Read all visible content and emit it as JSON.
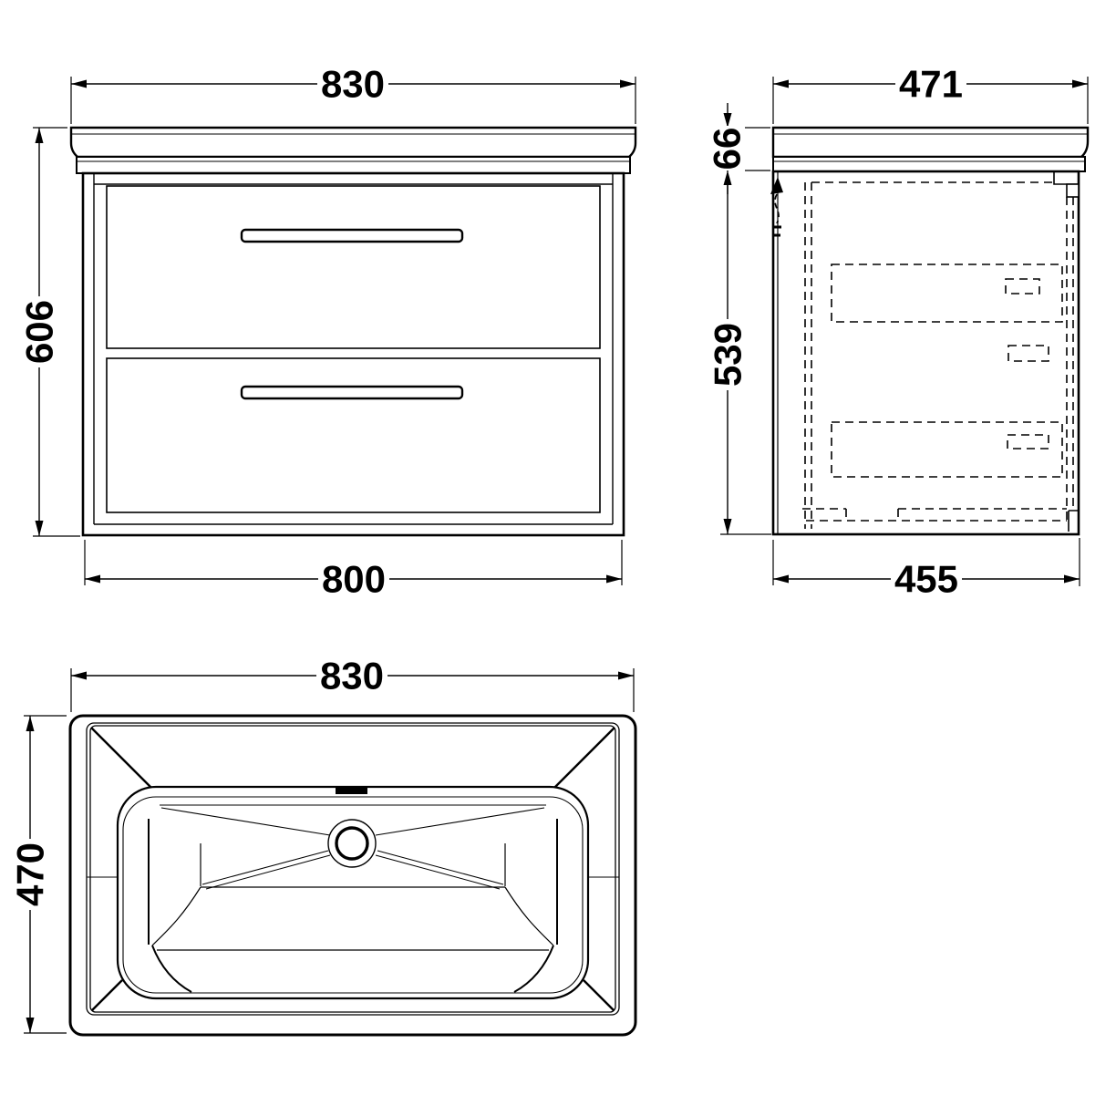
{
  "drawing": {
    "bg_color": "#ffffff",
    "line_color": "#000000",
    "front_view": {
      "width_top": "830",
      "height_left": "606",
      "width_bottom": "800"
    },
    "side_view": {
      "depth_top": "471",
      "basin_height_left": "66",
      "cabinet_height_left": "539",
      "depth_bottom": "455"
    },
    "plan_view": {
      "width_top": "830",
      "depth_left": "470"
    }
  }
}
